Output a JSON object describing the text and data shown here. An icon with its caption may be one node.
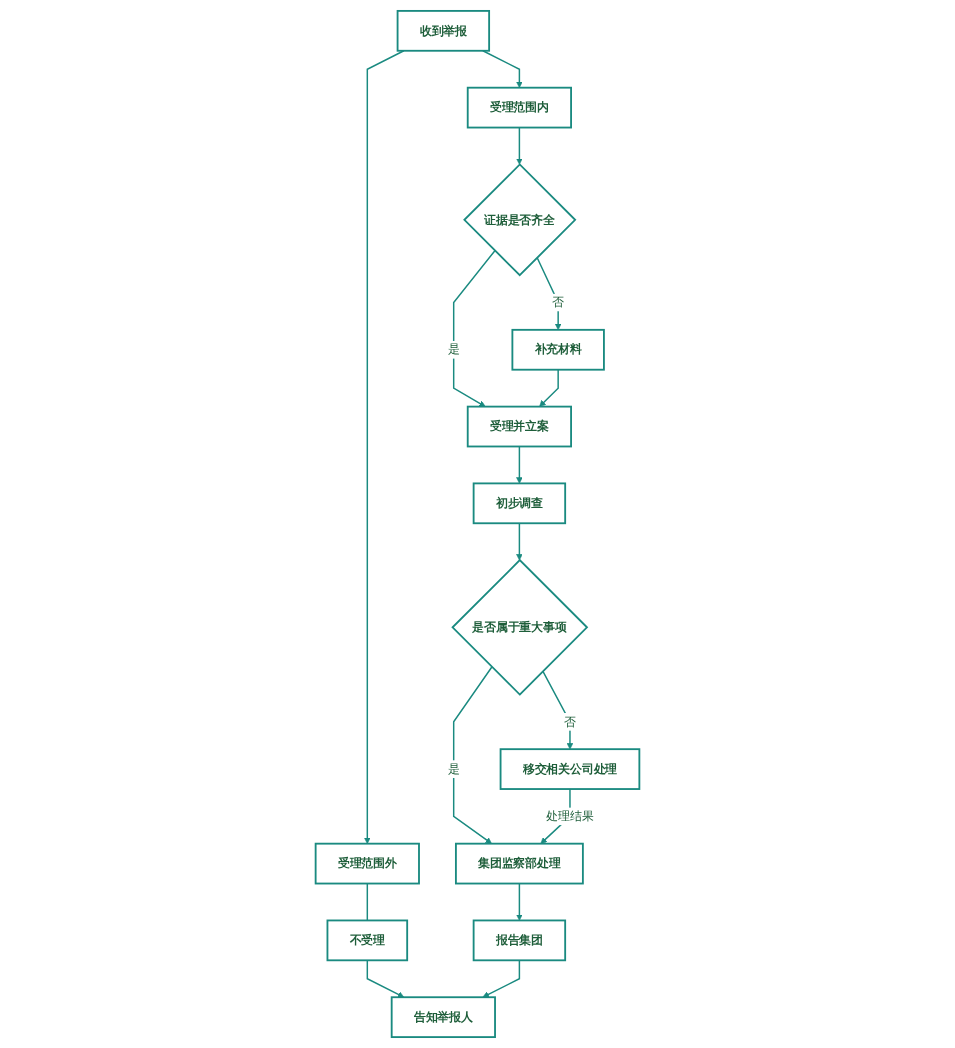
{
  "diagram": {
    "nodes": [
      {
        "text": [
          "收到举报"
        ]
      },
      {
        "text": [
          "受理范围外"
        ]
      },
      {
        "text": [
          "受理范围内"
        ]
      },
      {
        "text": [
          "不受理"
        ]
      },
      {
        "text": [
          "证据是否齐全"
        ]
      },
      {
        "text": [
          "受理并立案"
        ]
      },
      {
        "text": [
          "补充材料"
        ]
      },
      {
        "text": [
          "初步调查"
        ]
      },
      {
        "text": [
          "是否属于重大事项"
        ]
      },
      {
        "text": [
          "移交相关公司处理"
        ]
      },
      {
        "text": [
          "集团监察部处理"
        ]
      },
      {
        "text": [
          "报告集团"
        ]
      },
      {
        "text": [
          "告知举报人"
        ]
      }
    ],
    "edges": [
      {
        "from": 0,
        "to": 1,
        "arrow": "to"
      },
      {
        "from": 0,
        "to": 2,
        "arrow": "to"
      },
      {
        "from": 1,
        "to": 3,
        "arrow": "none"
      },
      {
        "from": 3,
        "to": 12,
        "arrow": "to"
      },
      {
        "from": 2,
        "to": 4,
        "arrow": "to"
      },
      {
        "from": 4,
        "to": 5,
        "arrow": "to",
        "label": "是"
      },
      {
        "from": 4,
        "to": 6,
        "arrow": "to",
        "label": "否"
      },
      {
        "from": 6,
        "to": 5,
        "arrow": "to"
      },
      {
        "from": 5,
        "to": 7,
        "arrow": "to"
      },
      {
        "from": 7,
        "to": 8,
        "arrow": "to"
      },
      {
        "from": 8,
        "to": 10,
        "arrow": "to",
        "label": "是"
      },
      {
        "from": 8,
        "to": 9,
        "arrow": "to",
        "label": "否"
      },
      {
        "from": 9,
        "to": 10,
        "arrow": "to",
        "label": "处理结果"
      },
      {
        "from": 10,
        "to": 11,
        "arrow": "to"
      },
      {
        "from": 11,
        "to": 12,
        "arrow": "to"
      }
    ]
  }
}
